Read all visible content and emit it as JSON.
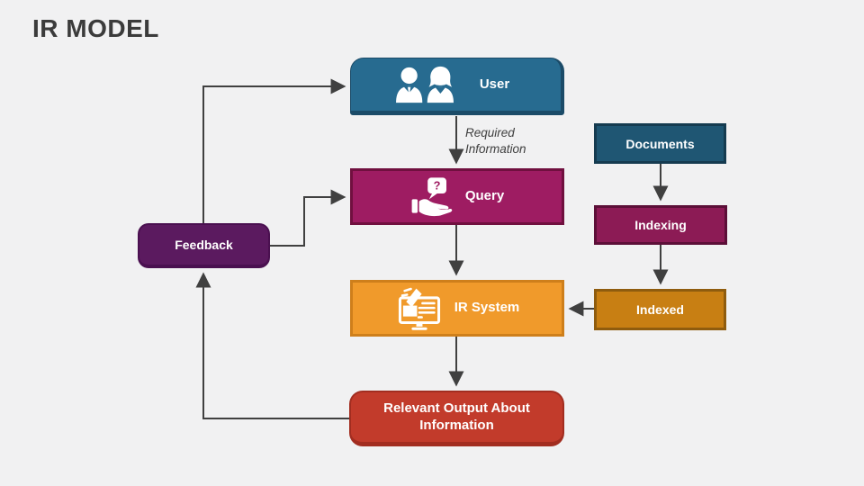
{
  "slide": {
    "title": "IR MODEL",
    "title_color": "#3B3B3B",
    "background": "#F1F1F2",
    "connector_color": "#404040"
  },
  "nodes": {
    "user": {
      "label": "User",
      "fill": "#276B90",
      "border": "#1B4B68",
      "icon": "people-icon"
    },
    "query": {
      "label": "Query",
      "fill": "#9E1C62",
      "border": "#70103F",
      "icon": "hand-question-icon"
    },
    "ir_system": {
      "label": "IR System",
      "fill": "#F09A2B",
      "border": "#CE7F1B",
      "icon": "monitor-pencil-icon"
    },
    "output": {
      "label": "Relevant Output About Information",
      "fill": "#C23B2B",
      "border": "#A22D20"
    },
    "feedback": {
      "label": "Feedback",
      "fill": "#5B1A5F",
      "border": "#4A1050"
    },
    "documents": {
      "label": "Documents",
      "fill": "#1F5673",
      "border": "#153B50"
    },
    "indexing": {
      "label": "Indexing",
      "fill": "#8C1B55",
      "border": "#5C0F38"
    },
    "indexed": {
      "label": "Indexed",
      "fill": "#C87F13",
      "border": "#8F5C0E"
    }
  },
  "annotations": {
    "required_information": "Required Information"
  },
  "icons": {
    "question_glyph": "?"
  }
}
